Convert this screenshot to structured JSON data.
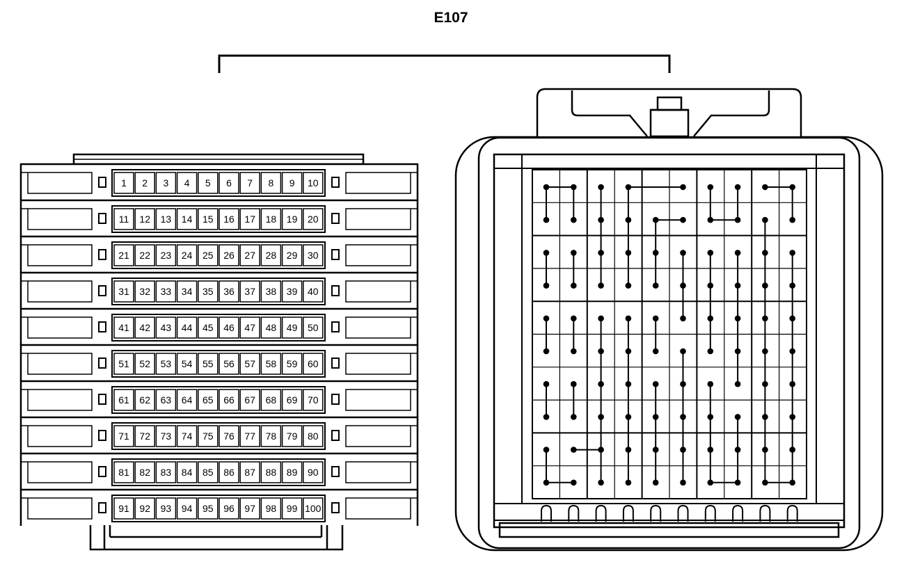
{
  "connector": {
    "title": "E107",
    "pins": [
      "1",
      "2",
      "3",
      "4",
      "5",
      "6",
      "7",
      "8",
      "9",
      "10",
      "11",
      "12",
      "13",
      "14",
      "15",
      "16",
      "17",
      "18",
      "19",
      "20",
      "21",
      "22",
      "23",
      "24",
      "25",
      "26",
      "27",
      "28",
      "29",
      "30",
      "31",
      "32",
      "33",
      "34",
      "35",
      "36",
      "37",
      "38",
      "39",
      "40",
      "41",
      "42",
      "43",
      "44",
      "45",
      "46",
      "47",
      "48",
      "49",
      "50",
      "51",
      "52",
      "53",
      "54",
      "55",
      "56",
      "57",
      "58",
      "59",
      "60",
      "61",
      "62",
      "63",
      "64",
      "65",
      "66",
      "67",
      "68",
      "69",
      "70",
      "71",
      "72",
      "73",
      "74",
      "75",
      "76",
      "77",
      "78",
      "79",
      "80",
      "81",
      "82",
      "83",
      "84",
      "85",
      "86",
      "87",
      "88",
      "89",
      "90",
      "91",
      "92",
      "93",
      "94",
      "95",
      "96",
      "97",
      "98",
      "99",
      "100"
    ]
  },
  "bridges": {
    "vertical": [
      [
        0,
        0,
        1
      ],
      [
        0,
        2,
        3
      ],
      [
        0,
        4,
        5
      ],
      [
        0,
        6,
        7
      ],
      [
        0,
        8,
        9
      ],
      [
        1,
        0,
        1
      ],
      [
        1,
        2,
        3
      ],
      [
        1,
        4,
        5
      ],
      [
        1,
        6,
        7
      ],
      [
        2,
        0,
        3
      ],
      [
        2,
        4,
        9
      ],
      [
        3,
        0,
        3
      ],
      [
        3,
        4,
        9
      ],
      [
        4,
        1,
        3
      ],
      [
        4,
        4,
        5
      ],
      [
        4,
        6,
        9
      ],
      [
        5,
        2,
        4
      ],
      [
        5,
        5,
        9
      ],
      [
        6,
        0,
        1
      ],
      [
        6,
        2,
        5
      ],
      [
        6,
        6,
        9
      ],
      [
        7,
        0,
        1
      ],
      [
        7,
        2,
        6
      ],
      [
        7,
        7,
        9
      ],
      [
        8,
        1,
        9
      ],
      [
        9,
        0,
        1
      ],
      [
        9,
        2,
        9
      ]
    ],
    "horizontal": [
      [
        0,
        0,
        1
      ],
      [
        0,
        3,
        5
      ],
      [
        0,
        9,
        8
      ],
      [
        1,
        4,
        5
      ],
      [
        1,
        6,
        7
      ],
      [
        8,
        1,
        2
      ],
      [
        9,
        0,
        1
      ],
      [
        9,
        6,
        7
      ],
      [
        9,
        8,
        9
      ]
    ]
  }
}
